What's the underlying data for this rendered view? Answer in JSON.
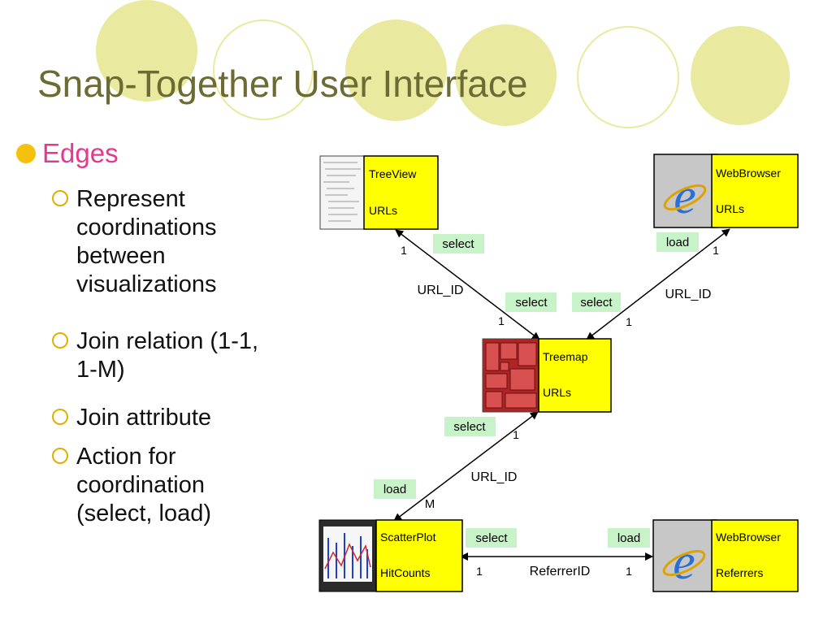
{
  "slide": {
    "title": "Snap-Together User Interface",
    "bullet": "Edges",
    "subbullets": [
      "Represent coordinations between visualizations",
      "Join relation (1-1, 1-M)",
      "Join attribute",
      "Action for coordination (select, load)"
    ]
  },
  "diagram": {
    "nodes": {
      "treeview": {
        "name": "TreeView",
        "attr": "URLs"
      },
      "webbrowser1": {
        "name": "WebBrowser",
        "attr": "URLs"
      },
      "treemap": {
        "name": "Treemap",
        "attr": "URLs"
      },
      "scatterplot": {
        "name": "ScatterPlot",
        "attr": "HitCounts"
      },
      "webbrowser2": {
        "name": "WebBrowser",
        "attr": "Referrers"
      }
    },
    "labels": {
      "tv_select": "select",
      "tv_card_top": "1",
      "tv_url_id": "URL_ID",
      "tv_select2": "select",
      "tv_card_bottom": "1",
      "wb_load": "load",
      "wb_card_top": "1",
      "wb_select": "select",
      "wb_url_id": "URL_ID",
      "wb_card_bottom": "1",
      "tm_select": "select",
      "tm_card": "1",
      "tm_url_id": "URL_ID",
      "sp_load": "load",
      "sp_card": "M",
      "sp_select": "select",
      "bottom_load": "load",
      "bottom_card_left": "1",
      "bottom_referrer": "ReferrerID",
      "bottom_card_right": "1"
    }
  }
}
